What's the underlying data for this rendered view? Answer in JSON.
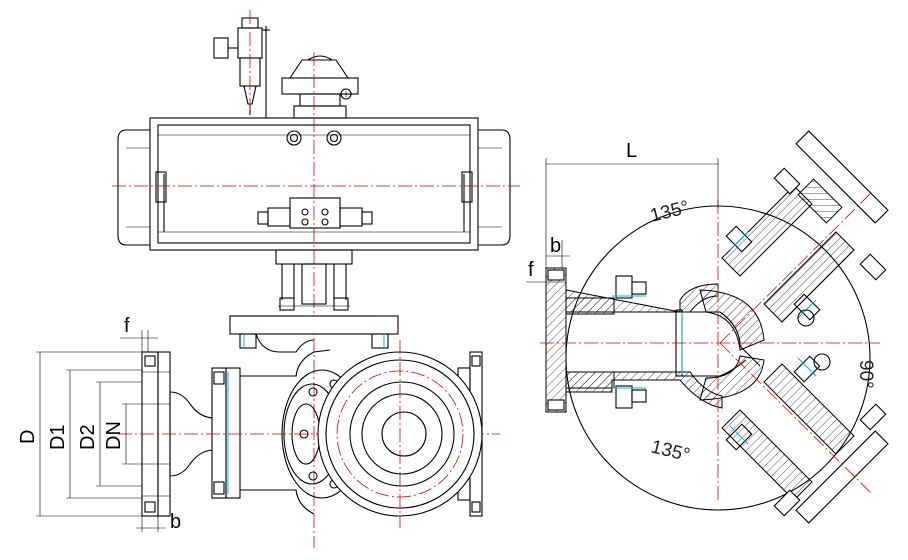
{
  "labels": {
    "D": "D",
    "D1": "D1",
    "D2": "D2",
    "DN": "DN",
    "f_left": "f",
    "b_left": "b",
    "L": "L",
    "b_right": "b",
    "f_right": "f",
    "angle_top": "135°",
    "angle_bottom": "135°",
    "angle_right": "90°"
  },
  "colors": {
    "line": "#000000",
    "centerline": "#e00000",
    "accent": "#00b8d0",
    "background": "#ffffff"
  }
}
